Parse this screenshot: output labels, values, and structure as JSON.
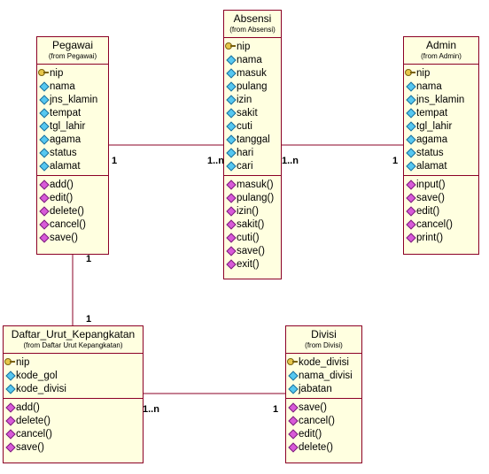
{
  "classes": {
    "pegawai": {
      "name": "Pegawai",
      "from": "(from Pegawai)",
      "attributes": [
        {
          "label": "nip",
          "icon": "key-icon"
        },
        {
          "label": "nama",
          "icon": "attribute-icon"
        },
        {
          "label": "jns_klamin",
          "icon": "attribute-icon"
        },
        {
          "label": "tempat",
          "icon": "attribute-icon"
        },
        {
          "label": "tgl_lahir",
          "icon": "attribute-icon"
        },
        {
          "label": "agama",
          "icon": "attribute-icon"
        },
        {
          "label": "status",
          "icon": "attribute-icon"
        },
        {
          "label": "alamat",
          "icon": "attribute-icon"
        }
      ],
      "operations": [
        "add()",
        "edit()",
        "delete()",
        "cancel()",
        "save()"
      ]
    },
    "absensi": {
      "name": "Absensi",
      "from": "(from Absensi)",
      "attributes": [
        {
          "label": "nip",
          "icon": "key-icon"
        },
        {
          "label": "nama",
          "icon": "attribute-icon"
        },
        {
          "label": "masuk",
          "icon": "attribute-icon"
        },
        {
          "label": "pulang",
          "icon": "attribute-icon"
        },
        {
          "label": "izin",
          "icon": "attribute-icon"
        },
        {
          "label": "sakit",
          "icon": "attribute-icon"
        },
        {
          "label": "cuti",
          "icon": "attribute-icon"
        },
        {
          "label": "tanggal",
          "icon": "attribute-icon"
        },
        {
          "label": "hari",
          "icon": "attribute-icon"
        },
        {
          "label": "cari",
          "icon": "attribute-icon"
        }
      ],
      "operations": [
        "masuk()",
        "pulang()",
        "izin()",
        "sakit()",
        "cuti()",
        "save()",
        "exit()"
      ]
    },
    "admin": {
      "name": "Admin",
      "from": "(from Admin)",
      "attributes": [
        {
          "label": "nip",
          "icon": "key-icon"
        },
        {
          "label": "nama",
          "icon": "attribute-icon"
        },
        {
          "label": "jns_klamin",
          "icon": "attribute-icon"
        },
        {
          "label": "tempat",
          "icon": "attribute-icon"
        },
        {
          "label": "tgl_lahir",
          "icon": "attribute-icon"
        },
        {
          "label": "agama",
          "icon": "attribute-icon"
        },
        {
          "label": "status",
          "icon": "attribute-icon"
        },
        {
          "label": "alamat",
          "icon": "attribute-icon"
        }
      ],
      "operations": [
        "input()",
        "save()",
        "edit()",
        "cancel()",
        "print()"
      ]
    },
    "daftar": {
      "name": "Daftar_Urut_Kepangkatan",
      "from": "(from Daftar Urut Kepangkatan)",
      "attributes": [
        {
          "label": "nip",
          "icon": "key-icon"
        },
        {
          "label": "kode_gol",
          "icon": "attribute-icon"
        },
        {
          "label": "kode_divisi",
          "icon": "attribute-icon"
        }
      ],
      "operations": [
        "add()",
        "delete()",
        "cancel()",
        "save()"
      ]
    },
    "divisi": {
      "name": "Divisi",
      "from": "(from Divisi)",
      "attributes": [
        {
          "label": "kode_divisi",
          "icon": "key-icon"
        },
        {
          "label": "nama_divisi",
          "icon": "attribute-icon"
        },
        {
          "label": "jabatan",
          "icon": "attribute-icon"
        }
      ],
      "operations": [
        "save()",
        "cancel()",
        "edit()",
        "delete()"
      ]
    }
  },
  "associations": [
    {
      "from": "Pegawai",
      "to": "Absensi",
      "from_mult": "1",
      "to_mult": "1..n"
    },
    {
      "from": "Absensi",
      "to": "Admin",
      "from_mult": "1..n",
      "to_mult": "1"
    },
    {
      "from": "Pegawai",
      "to": "Daftar_Urut_Kepangkatan",
      "from_mult": "1",
      "to_mult": "1"
    },
    {
      "from": "Daftar_Urut_Kepangkatan",
      "to": "Divisi",
      "from_mult": "1..n",
      "to_mult": "1"
    }
  ],
  "colors": {
    "box_fill": "#ffffe0",
    "box_border": "#8b0026",
    "attribute_icon": "#56c8f0",
    "operation_icon": "#d85ad8",
    "key_icon": "#e6c64a"
  }
}
